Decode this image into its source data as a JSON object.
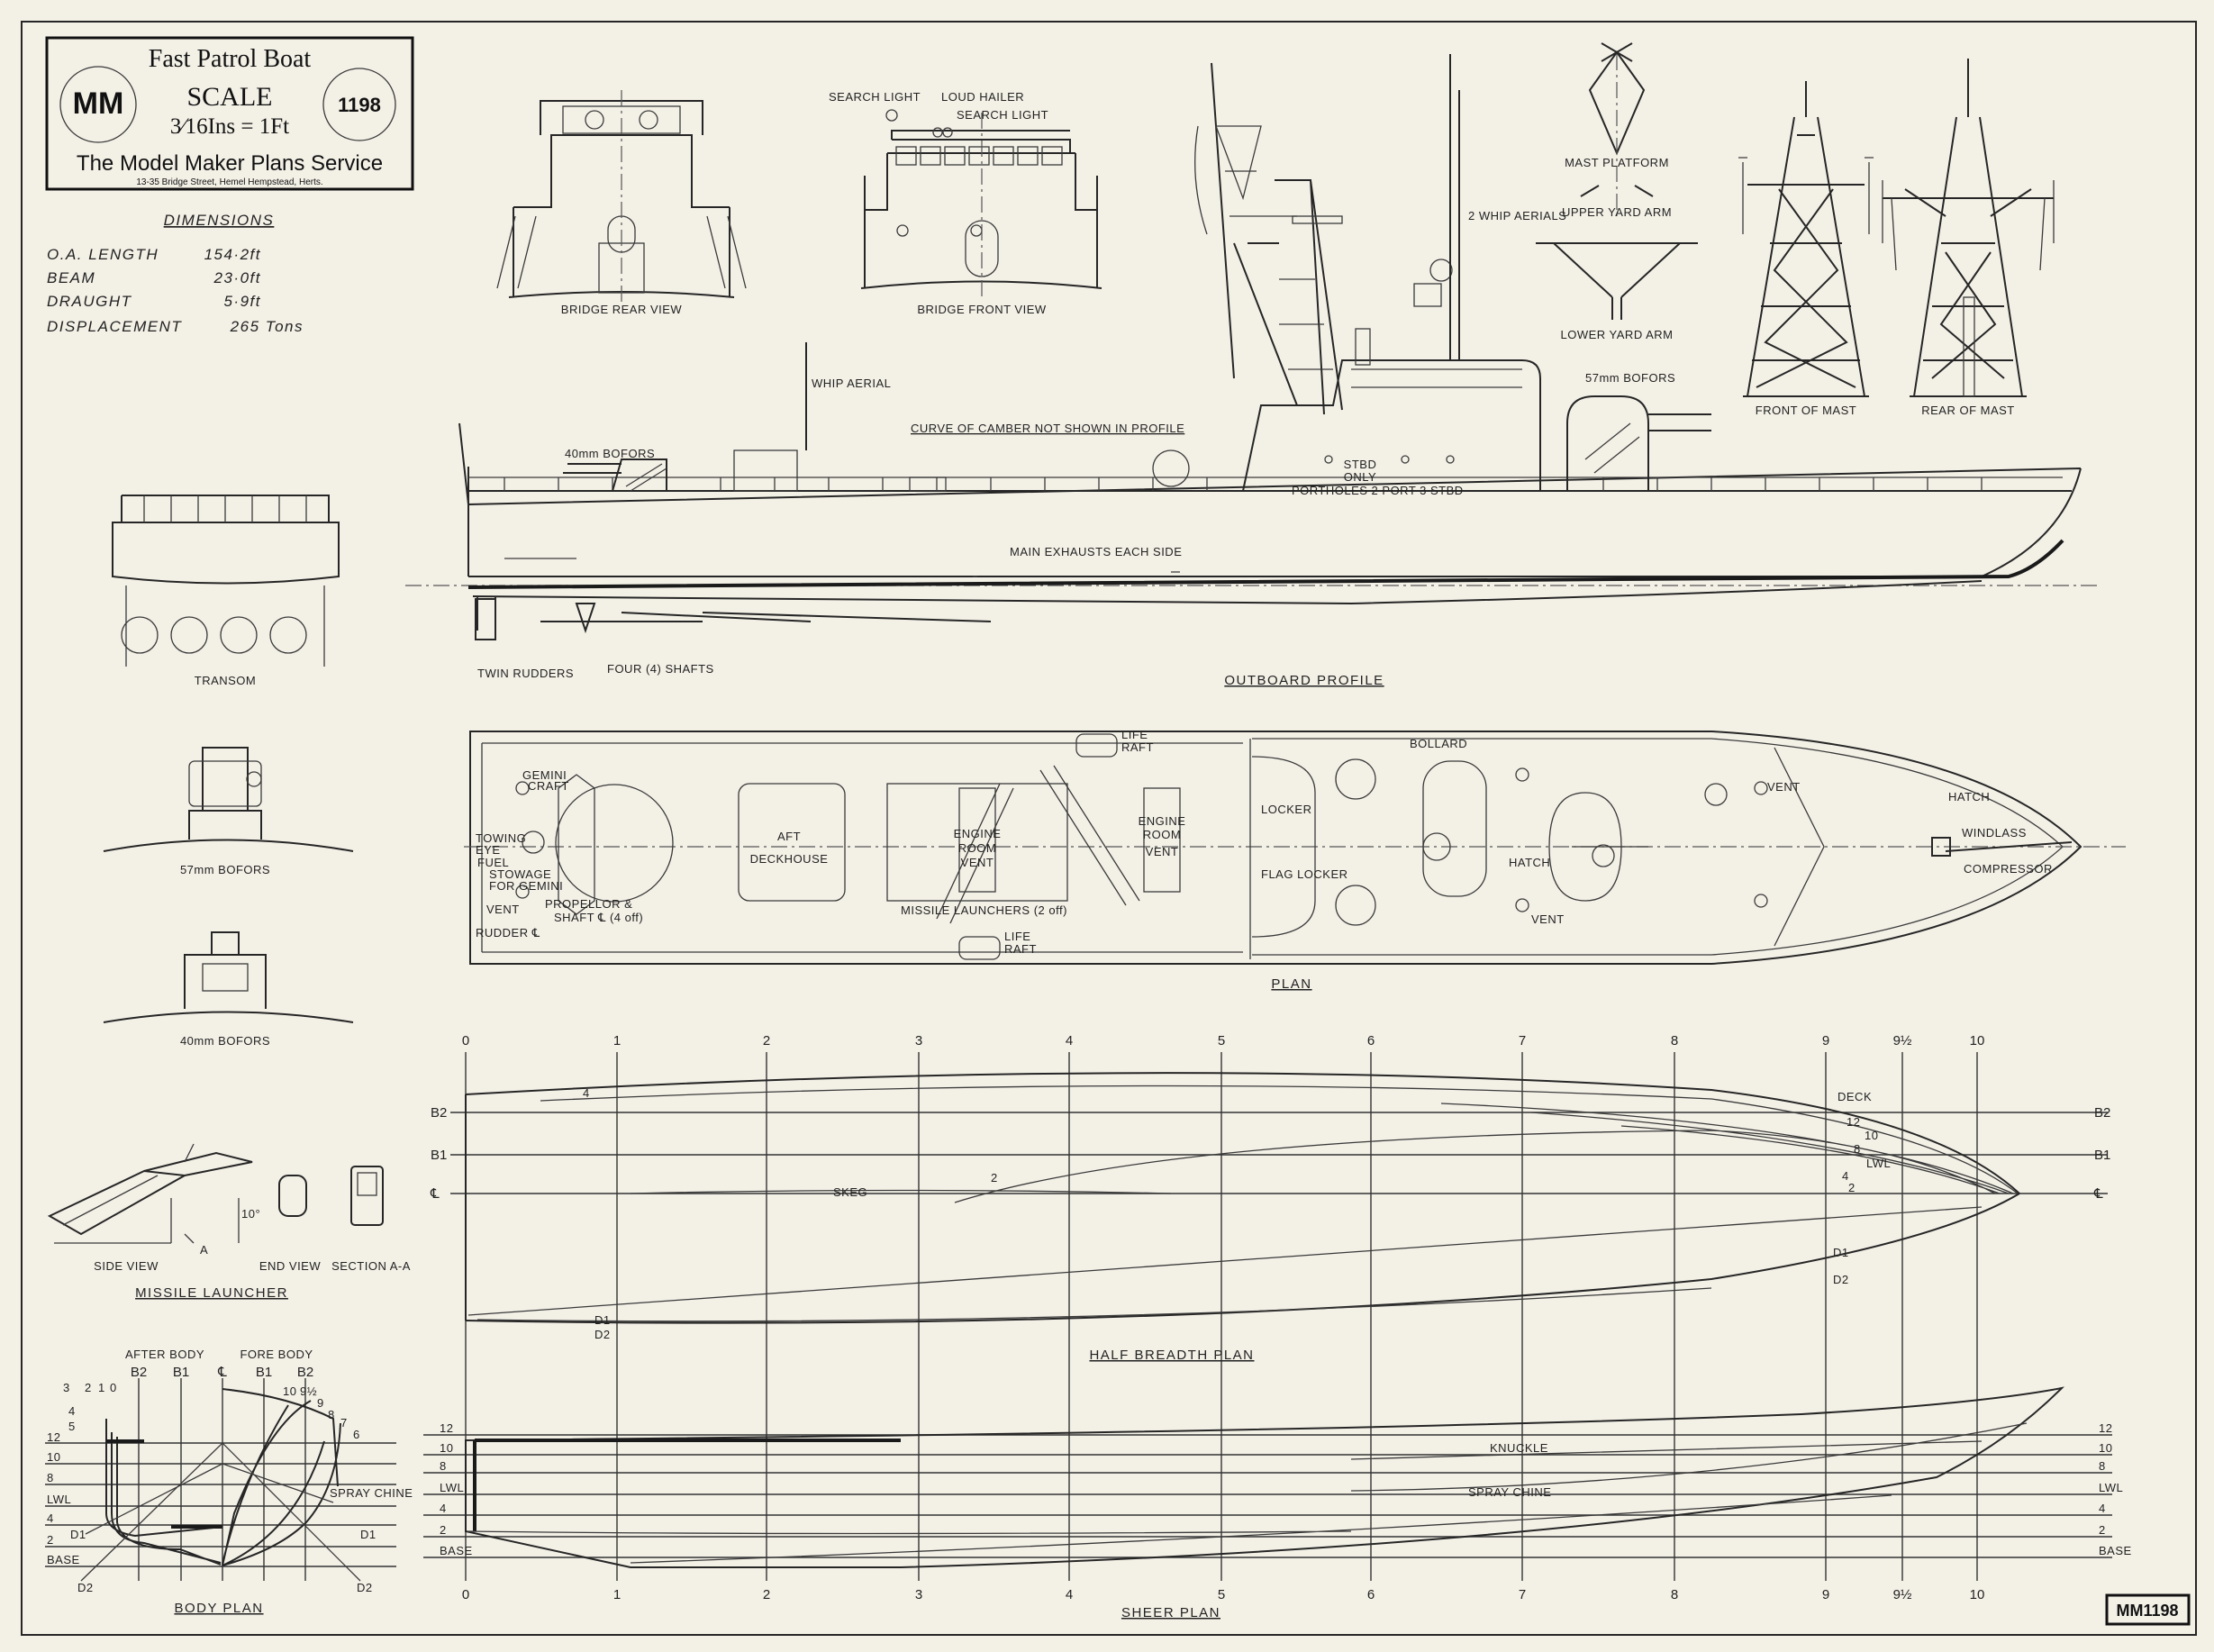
{
  "title_block": {
    "title": "Fast Patrol Boat",
    "scale_label": "SCALE",
    "scale_value": "3⁄16Ins = 1Ft",
    "logo": "MM",
    "plan_number": "1198",
    "publisher": "The Model Maker Plans Service",
    "address": "13-35 Bridge Street,  Hemel  Hempstead, Herts."
  },
  "dimensions": {
    "heading": "DIMENSIONS",
    "rows": [
      {
        "label": "O.A. LENGTH",
        "value": "154·2ft"
      },
      {
        "label": "BEAM",
        "value": "23·0ft"
      },
      {
        "label": "DRAUGHT",
        "value": "5·9ft"
      },
      {
        "label": "DISPLACEMENT",
        "value": "265 Tons"
      }
    ]
  },
  "views": {
    "bridge_rear": "BRIDGE REAR VIEW",
    "bridge_front": "BRIDGE FRONT VIEW",
    "search_light_1": "SEARCH LIGHT",
    "loud_hailer": "LOUD HAILER",
    "search_light_2": "SEARCH LIGHT",
    "mast_platform": "MAST PLATFORM",
    "upper_yard_arm": "UPPER YARD ARM",
    "lower_yard_arm": "LOWER YARD ARM",
    "front_of_mast": "FRONT OF MAST",
    "rear_of_mast": "REAR OF MAST",
    "transom": "TRANSOM",
    "bofors_57": "57mm BOFORS",
    "bofors_40": "40mm BOFORS"
  },
  "outboard_profile": {
    "title": "OUTBOARD PROFILE",
    "labels": {
      "whip_aerial": "WHIP AERIAL",
      "two_whip_aerials": "2 WHIP AERIALS",
      "bofors_40": "40mm BOFORS",
      "bofors_57": "57mm BOFORS",
      "camber_note": "CURVE OF CAMBER NOT SHOWN IN PROFILE",
      "stbd_only_1": "STBD",
      "stbd_only_2": "ONLY",
      "portholes": "PORTHOLES  2 PORT  3 STBD",
      "exhausts": "MAIN EXHAUSTS EACH SIDE",
      "twin_rudders": "TWIN RUDDERS",
      "shafts": "FOUR (4) SHAFTS"
    }
  },
  "plan": {
    "title": "PLAN",
    "labels": {
      "towing_eye_1": "TOWING",
      "towing_eye_2": "EYE",
      "fuel_1": "FUEL",
      "fuel_2": "STOWAGE",
      "fuel_3": "FOR GEMINI",
      "gemini_1": "GEMINI",
      "gemini_2": "CRAFT",
      "vent_aft": "VENT",
      "rudder": "RUDDER ℄",
      "propellor_1": "PROPELLOR &",
      "propellor_2": "SHAFT ℄ (4 off)",
      "aft_1": "AFT",
      "aft_2": "DECKHOUSE",
      "er_vent_1a": "ENGINE",
      "er_vent_1b": "ROOM",
      "er_vent_1c": "VENT",
      "er_vent_2a": "ENGINE",
      "er_vent_2b": "ROOM",
      "er_vent_2c": "VENT",
      "missile": "MISSILE     LAUNCHERS (2 off)",
      "life_raft_top_1": "LIFE",
      "life_raft_top_2": "RAFT",
      "life_raft_bot_1": "LIFE",
      "life_raft_bot_2": "RAFT",
      "locker": "LOCKER",
      "flag_locker": "FLAG LOCKER",
      "bollard": "BOLLARD",
      "vent_fwd_1": "VENT",
      "vent_fwd_2": "VENT",
      "hatch_1": "HATCH",
      "hatch_2": "HATCH",
      "windlass": "WINDLASS",
      "compressor": "COMPRESSOR"
    }
  },
  "missile_launcher": {
    "title": "MISSILE LAUNCHER",
    "side_view": "SIDE VIEW",
    "end_view": "END VIEW",
    "section": "SECTION A-A",
    "angle": "10°",
    "section_mark": "A"
  },
  "body_plan": {
    "title": "BODY PLAN",
    "after_body": "AFTER BODY",
    "fore_body": "FORE BODY",
    "buttocks": [
      "B2",
      "B1",
      "℄",
      "B1",
      "B2"
    ],
    "aft_stations": [
      "3",
      "2",
      "1",
      "0",
      "4",
      "5"
    ],
    "fore_stations": [
      "10",
      "9½",
      "9",
      "8",
      "7",
      "6"
    ],
    "waterlines": [
      "12",
      "10",
      "8",
      "LWL",
      "4",
      "2",
      "BASE"
    ],
    "diagonals": [
      "D1",
      "D2",
      "D1",
      "D2"
    ],
    "spray_chine": "SPRAY CHINE"
  },
  "half_breadth": {
    "title": "HALF BREADTH PLAN",
    "stations": [
      "0",
      "1",
      "2",
      "3",
      "4",
      "5",
      "6",
      "7",
      "8",
      "9",
      "9½",
      "10"
    ],
    "buttocks": [
      "B2",
      "B1",
      "℄"
    ],
    "labels": {
      "skeg": "SKEG",
      "deck": "DECK",
      "wl12": "12",
      "wl10": "10",
      "wl8": "8",
      "lwl": "LWL",
      "wl4": "4",
      "wl2": "2",
      "wl4b": "4",
      "d1": "D1",
      "d2": "D2",
      "d1b": "D1",
      "d2b": "D2"
    }
  },
  "sheer_plan": {
    "title": "SHEER PLAN",
    "stations": [
      "0",
      "1",
      "2",
      "3",
      "4",
      "5",
      "6",
      "7",
      "8",
      "9",
      "9½",
      "10"
    ],
    "waterlines": [
      "12",
      "10",
      "8",
      "LWL",
      "4",
      "2",
      "BASE"
    ],
    "knuckle": "KNUCKLE",
    "spray_chine": "SPRAY CHINE"
  },
  "drawing_ref": "MM1198"
}
